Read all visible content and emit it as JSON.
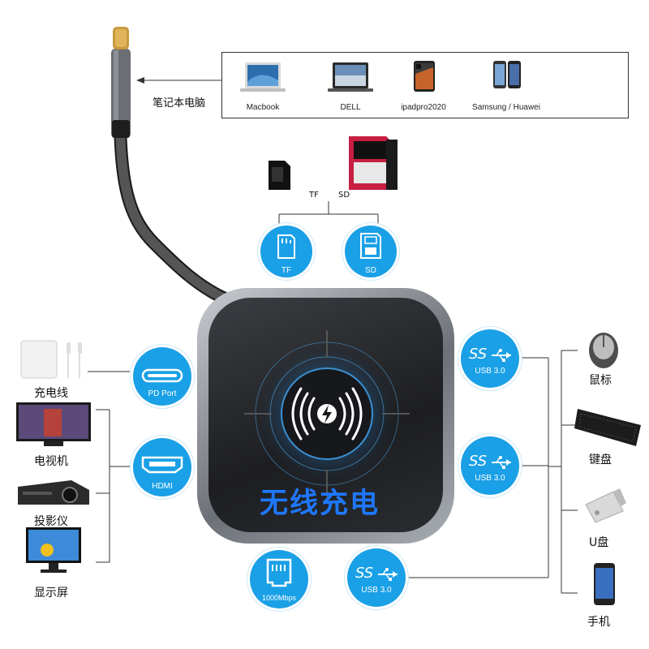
{
  "devices_box": {
    "items": [
      {
        "label": "Macbook"
      },
      {
        "label": "DELL"
      },
      {
        "label": "ipadpro2020"
      },
      {
        "label": "Samsung / Huawei"
      }
    ],
    "connector_label": "笔记本电脑"
  },
  "cards": {
    "tf_label": "TF",
    "sd_label": "SD"
  },
  "top_ports": [
    {
      "label": "TF"
    },
    {
      "label": "SD"
    }
  ],
  "left_ports": [
    {
      "label": "PD Port"
    },
    {
      "label": "HDMI"
    }
  ],
  "bottom_ports": [
    {
      "label": "1000Mbps"
    },
    {
      "label": "USB 3.0",
      "logo": "SS"
    }
  ],
  "right_ports": [
    {
      "label": "USB 3.0",
      "logo": "SS"
    },
    {
      "label": "USB 3.0",
      "logo": "SS"
    }
  ],
  "hub": {
    "title": "无线充电"
  },
  "left_devices": [
    {
      "label": "充电线"
    },
    {
      "label": "电视机"
    },
    {
      "label": "投影仪"
    },
    {
      "label": "显示屏"
    }
  ],
  "right_devices": [
    {
      "label": "鼠标"
    },
    {
      "label": "键盘"
    },
    {
      "label": "U盘"
    },
    {
      "label": "手机"
    }
  ],
  "colors": {
    "accent_blue": "#1aa0e6",
    "title_blue": "#1e78ff",
    "hub_body": "#1d1e21"
  }
}
